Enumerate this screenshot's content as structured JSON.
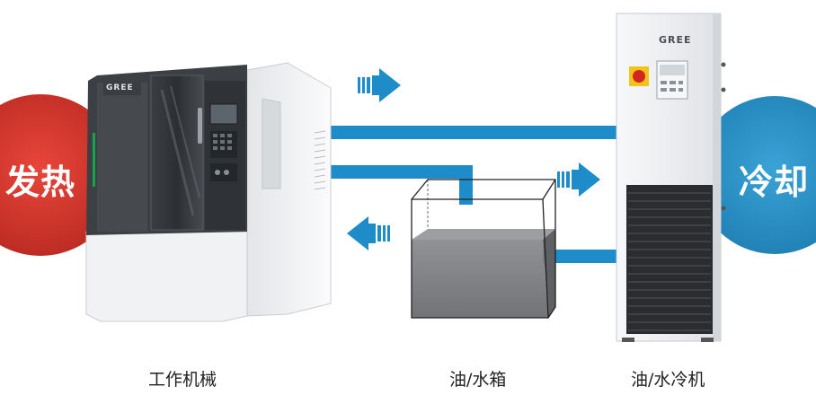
{
  "labels": {
    "heat": "发热",
    "cool": "冷却",
    "machine": "工作机械",
    "tank": "油/水箱",
    "chiller": "油/水冷机"
  },
  "brand": "GREE",
  "colors": {
    "heat_red": "#d4372c",
    "cool_blue": "#2a8fc0",
    "pipe_blue": "#1e8cc8",
    "machine_dark": "#404448",
    "machine_white": "#f3f4f6",
    "chiller_body": "#eef0f2",
    "tank_fill": "#7a7c7e",
    "accent_green": "#16a34a"
  },
  "icons": [
    "right-arrow-icon",
    "left-arrow-icon",
    "emergency-stop-icon"
  ]
}
